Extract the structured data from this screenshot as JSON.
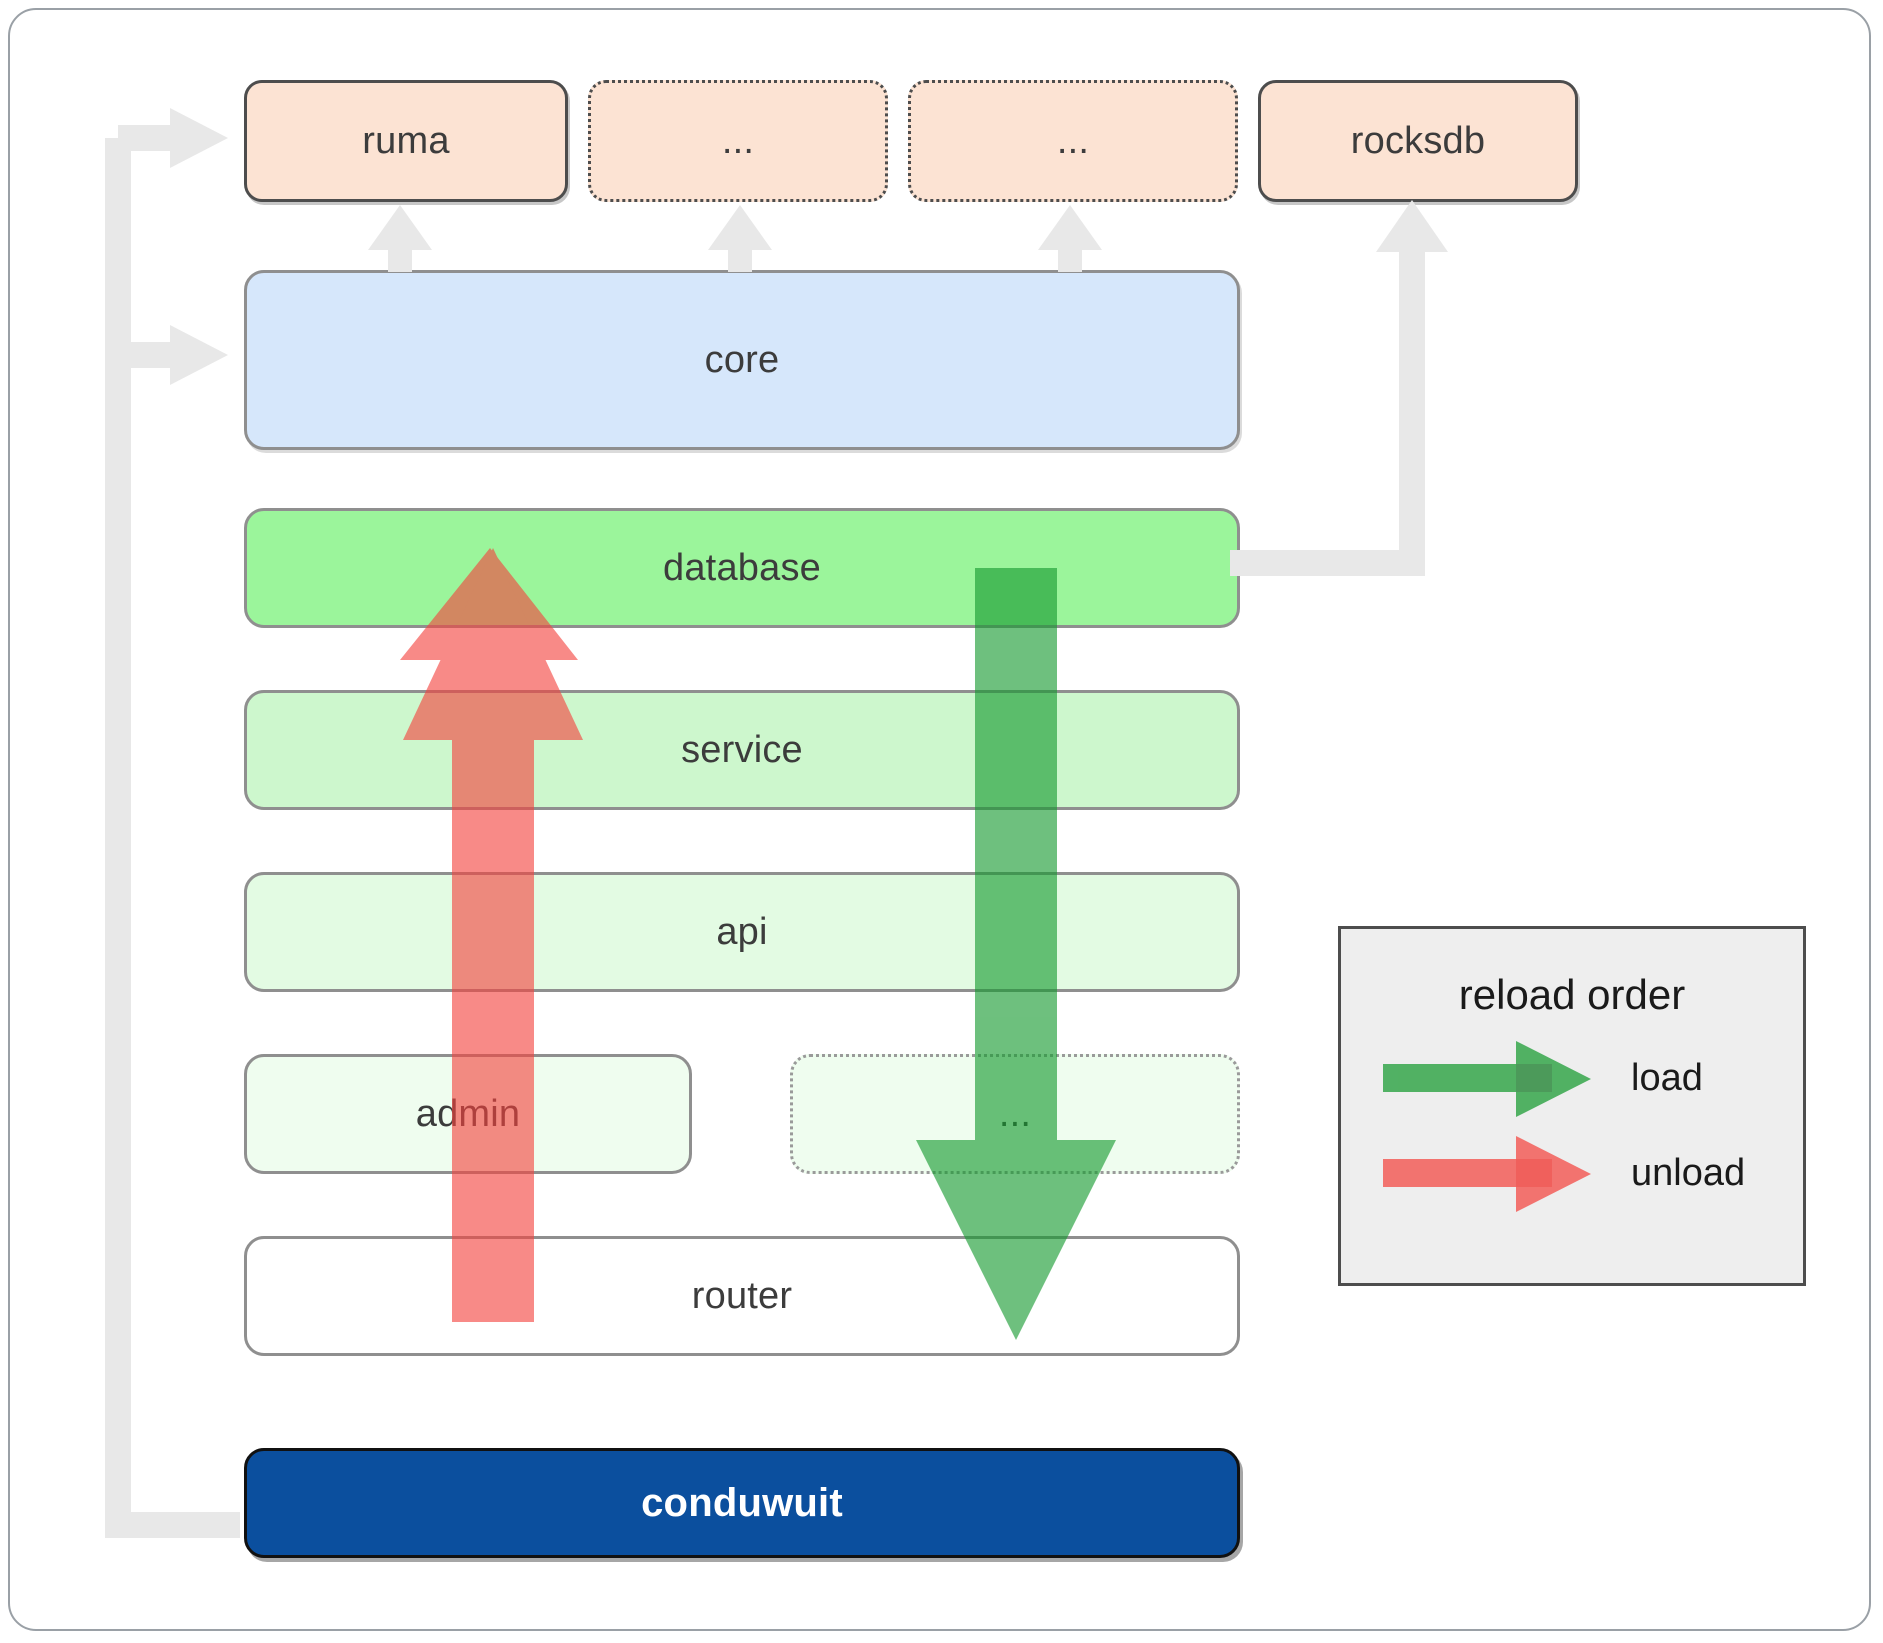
{
  "diagram": {
    "title": "conduwuit crate dependency / reload order diagram",
    "colors": {
      "package_fill": "#fce3d3",
      "package_stroke": "#4d4d4d",
      "core_fill": "#d6e7fb",
      "database_fill": "#9bf59b",
      "service_fill": "#cdf7cd",
      "api_fill": "#e3fbe3",
      "admin_fill": "#effdef",
      "router_fill": "#ffffff",
      "conduwuit_fill": "#0b4f9e",
      "conduwuit_text": "#ffffff",
      "load_arrow": "#4caf50",
      "unload_arrow": "#f77b7b",
      "connector_gray": "#e8e8e8",
      "legend_bg": "#eeeeee",
      "frame_stroke": "#9aa0a6"
    },
    "packages": [
      {
        "label": "ruma",
        "style": "solid",
        "name": "ruma"
      },
      {
        "label": "...",
        "style": "dotted",
        "name": "ellipsis-1"
      },
      {
        "label": "...",
        "style": "dotted",
        "name": "ellipsis-2"
      },
      {
        "label": "rocksdb",
        "style": "solid",
        "name": "rocksdb"
      }
    ],
    "layers": [
      {
        "label": "core",
        "name": "core",
        "style": "solid"
      },
      {
        "label": "database",
        "name": "database",
        "style": "solid"
      },
      {
        "label": "service",
        "name": "service",
        "style": "solid"
      },
      {
        "label": "api",
        "name": "api",
        "style": "solid"
      },
      {
        "label": "admin",
        "name": "admin",
        "style": "solid"
      },
      {
        "label": "...",
        "name": "ellipsis-crate",
        "style": "dotted"
      },
      {
        "label": "router",
        "name": "router",
        "style": "solid"
      }
    ],
    "binary": {
      "label": "conduwuit",
      "name": "conduwuit"
    },
    "legend": {
      "title": "reload order",
      "entries": [
        {
          "label": "load",
          "color": "#4caf50",
          "direction": "right"
        },
        {
          "label": "unload",
          "color": "#f77b7b",
          "direction": "right"
        }
      ]
    }
  }
}
